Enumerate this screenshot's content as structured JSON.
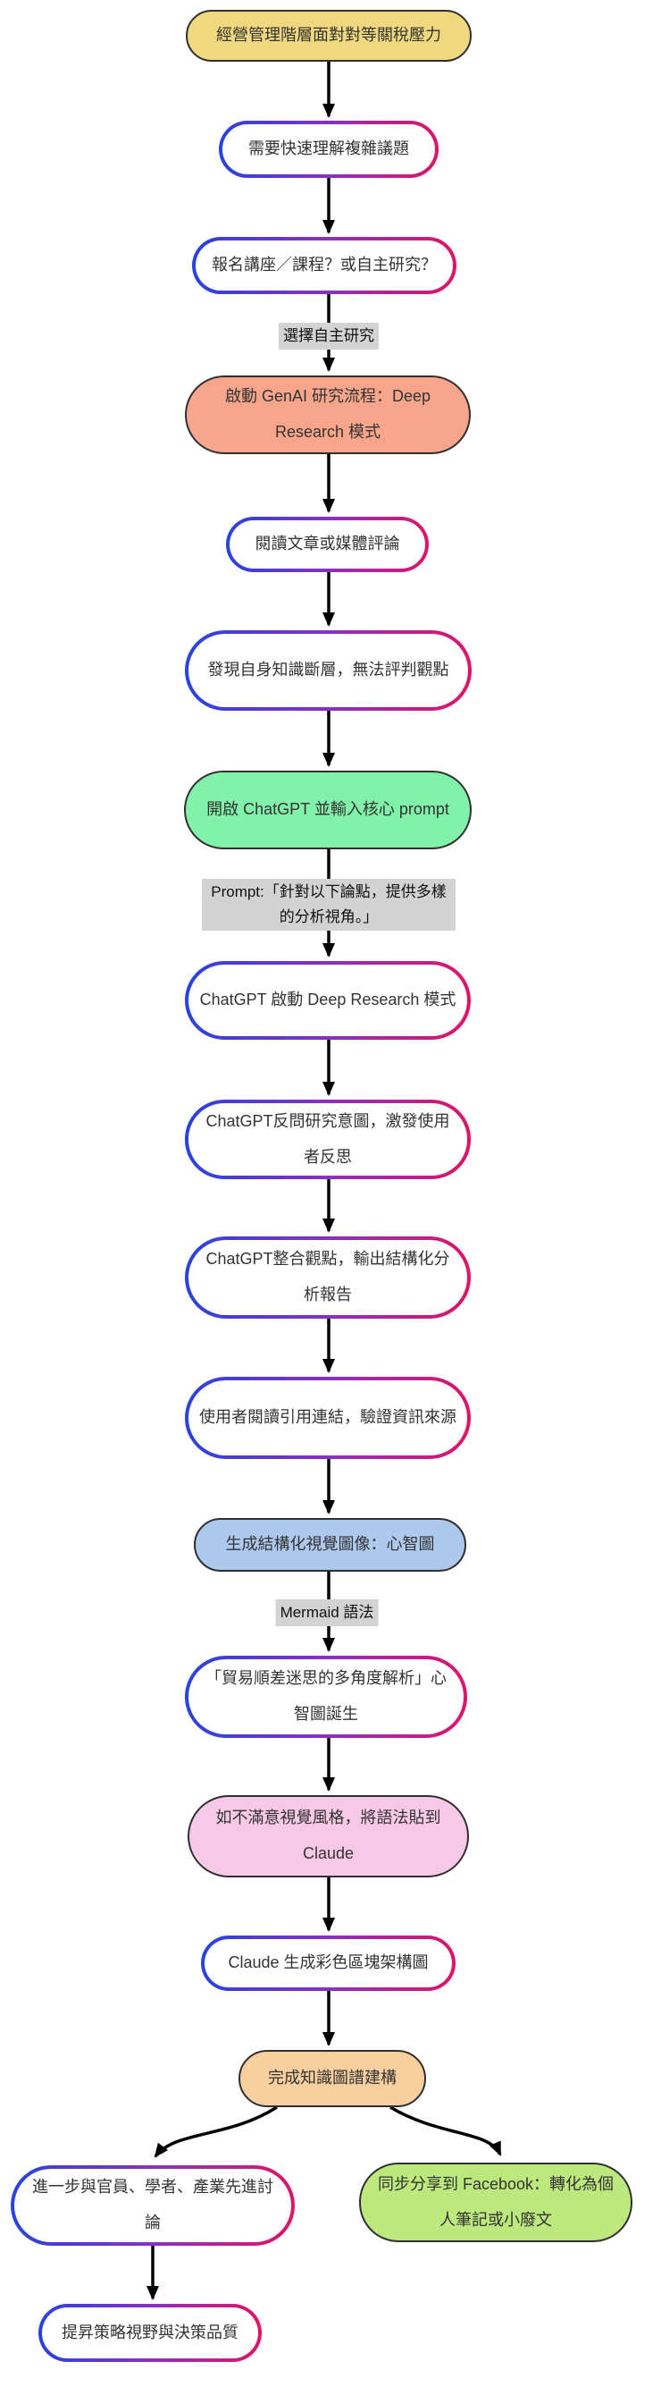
{
  "diagram": {
    "type": "flowchart",
    "direction": "top-down",
    "nodes": [
      {
        "id": "A",
        "label": "經營管理階層面對對等關稅壓力",
        "variant": "yellow"
      },
      {
        "id": "B",
        "label": "需要快速理解複雜議題",
        "variant": "outline-gradient"
      },
      {
        "id": "C",
        "label": "報名講座／課程？或自主研究？",
        "variant": "outline-gradient"
      },
      {
        "id": "D",
        "label": "啟動 GenAI 研究流程：Deep Research 模式",
        "variant": "salmon"
      },
      {
        "id": "E",
        "label": "閱讀文章或媒體評論",
        "variant": "outline-gradient"
      },
      {
        "id": "F",
        "label": "發現自身知識斷層，無法評判觀點",
        "variant": "outline-gradient"
      },
      {
        "id": "G",
        "label": "開啟 ChatGPT 並輸入核心 prompt",
        "variant": "mint"
      },
      {
        "id": "H",
        "label": "ChatGPT 啟動 Deep Research 模式",
        "variant": "outline-gradient"
      },
      {
        "id": "I",
        "label": "ChatGPT反問研究意圖，激發使用者反思",
        "variant": "outline-gradient"
      },
      {
        "id": "J",
        "label": "ChatGPT整合觀點，輸出結構化分析報告",
        "variant": "outline-gradient"
      },
      {
        "id": "K",
        "label": "使用者閱讀引用連結，驗證資訊來源",
        "variant": "outline-gradient"
      },
      {
        "id": "L",
        "label": "生成結構化視覺圖像：心智圖",
        "variant": "blue"
      },
      {
        "id": "M",
        "label": "「貿易順差迷思的多角度解析」心智圖誕生",
        "variant": "outline-gradient"
      },
      {
        "id": "N",
        "label": "如不滿意視覺風格，將語法貼到 Claude",
        "variant": "pink"
      },
      {
        "id": "O",
        "label": "Claude 生成彩色區塊架構圖",
        "variant": "outline-gradient"
      },
      {
        "id": "P",
        "label": "完成知識圖譜建構",
        "variant": "peach"
      },
      {
        "id": "Q",
        "label": "進一步與官員、學者、產業先進討論",
        "variant": "outline-gradient"
      },
      {
        "id": "R",
        "label": "同步分享到 Facebook：轉化為個人筆記或小廢文",
        "variant": "green"
      },
      {
        "id": "S",
        "label": "提昇策略視野與決策品質",
        "variant": "outline-gradient"
      }
    ],
    "edge_labels": [
      {
        "text": "選擇自主研究",
        "between": "C-D"
      },
      {
        "text": "Prompt:「針對以下論點，提供多樣的分析視角。」",
        "between": "G-H"
      },
      {
        "text": "Mermaid 語法",
        "between": "L-M"
      }
    ],
    "edges": [
      "A-B",
      "B-C",
      "C-D",
      "D-E",
      "E-F",
      "F-G",
      "G-H",
      "H-I",
      "I-J",
      "J-K",
      "K-L",
      "L-M",
      "M-N",
      "N-O",
      "O-P",
      "P-Q",
      "P-R",
      "Q-S"
    ]
  },
  "palette": {
    "node_yellow": "#efd87d",
    "node_salmon": "#f7a68b",
    "node_mint": "#82f1a9",
    "node_blue": "#aec9ee",
    "node_pink": "#f6c9e6",
    "node_peach": "#f8cf9e",
    "node_green": "#bce87e",
    "node_border": "#2f2f2f",
    "gradient_start": "#2743e0",
    "gradient_mid": "#8930c0",
    "gradient_end": "#e01466",
    "edge_label_bg": "#d3d3d3",
    "arrow_color": "#000000",
    "text_color": "#333333"
  }
}
